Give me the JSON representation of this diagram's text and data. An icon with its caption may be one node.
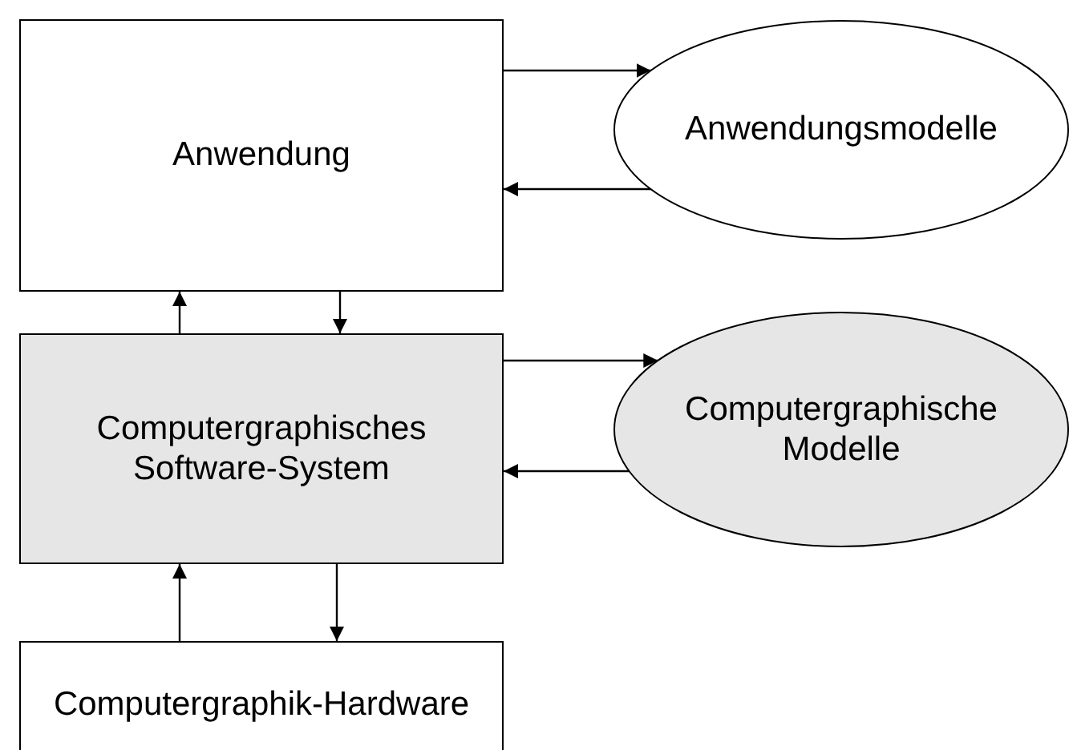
{
  "diagram": {
    "nodes": [
      {
        "text": [
          "Anwendung"
        ]
      },
      {
        "text": [
          "Anwendungsmodelle"
        ]
      },
      {
        "text": [
          "Computergraphisches Software-System"
        ]
      },
      {
        "text": [
          "Computergraphische Modelle"
        ]
      },
      {
        "text": [
          "Computergraphik-Hardware"
        ]
      }
    ],
    "edges": [
      {
        "from": 0,
        "to": 1,
        "arrow": "to"
      },
      {
        "from": 1,
        "to": 0,
        "arrow": "to"
      },
      {
        "from": 2,
        "to": 0,
        "arrow": "to"
      },
      {
        "from": 0,
        "to": 2,
        "arrow": "to"
      },
      {
        "from": 2,
        "to": 3,
        "arrow": "to"
      },
      {
        "from": 3,
        "to": 2,
        "arrow": "to"
      },
      {
        "from": 4,
        "to": 2,
        "arrow": "to"
      },
      {
        "from": 2,
        "to": 4,
        "arrow": "to"
      }
    ]
  }
}
